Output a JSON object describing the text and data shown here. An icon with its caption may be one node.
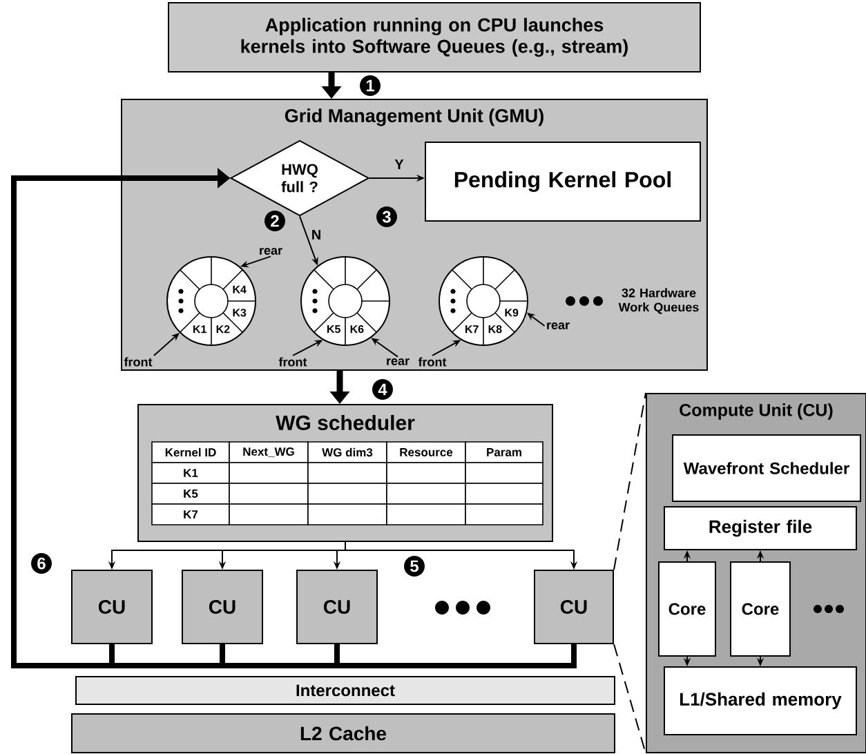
{
  "diagram": {
    "nodes": [
      {
        "text": [
          "Application running on CPU launches kernels into Software Queues (e.g., stream)"
        ]
      },
      {
        "text": [
          "Grid Management Unit (GMU)"
        ]
      },
      {
        "text": [
          "HWQ full ?"
        ],
        "in": 1
      },
      {
        "text": [
          "Pending Kernel Pool"
        ],
        "in": 1
      },
      {
        "text": [
          "K4",
          "K3",
          "K1",
          "K2"
        ],
        "in": 1
      },
      {
        "text": [
          "K5",
          "K6"
        ],
        "in": 1
      },
      {
        "text": [
          "K9",
          "K7",
          "K8"
        ],
        "in": 1
      },
      {
        "text": [
          "rear"
        ],
        "in": 1
      },
      {
        "text": [
          "front"
        ],
        "in": 1
      },
      {
        "text": [
          "front"
        ],
        "in": 1
      },
      {
        "text": [
          "rear"
        ],
        "in": 1
      },
      {
        "text": [
          "front"
        ],
        "in": 1
      },
      {
        "text": [
          "rear"
        ],
        "in": 1
      },
      {
        "text": [
          "WG scheduler"
        ]
      },
      {
        "text": [
          "CU"
        ]
      },
      {
        "text": [
          "CU"
        ]
      },
      {
        "text": [
          "CU"
        ]
      },
      {
        "text": [
          "CU"
        ]
      },
      {
        "text": [
          "Interconnect"
        ]
      },
      {
        "text": [
          "L2 Cache"
        ]
      },
      {
        "text": [
          "Compute Unit (CU)"
        ]
      },
      {
        "text": [
          "Wavefront Scheduler"
        ],
        "in": 20
      },
      {
        "text": [
          "Register file"
        ],
        "in": 20
      },
      {
        "text": [
          "Core"
        ],
        "in": 20
      },
      {
        "text": [
          "Core"
        ],
        "in": 20
      },
      {
        "text": [
          "L1/Shared memory"
        ],
        "in": 20
      }
    ],
    "edges": [
      {
        "from": 0,
        "to": 1,
        "arrow": "to",
        "style": "thick"
      },
      {
        "from": 2,
        "to": 3,
        "arrow": "to",
        "label": "Y"
      },
      {
        "from": 2,
        "to": 5,
        "arrow": "to",
        "label": "N"
      },
      {
        "from": 7,
        "to": 4,
        "arrow": "to"
      },
      {
        "from": 8,
        "to": 4,
        "arrow": "to"
      },
      {
        "from": 9,
        "to": 5,
        "arrow": "to"
      },
      {
        "from": 10,
        "to": 5,
        "arrow": "to"
      },
      {
        "from": 11,
        "to": 6,
        "arrow": "to"
      },
      {
        "from": 12,
        "to": 6,
        "arrow": "to"
      },
      {
        "from": 1,
        "to": 13,
        "arrow": "to",
        "style": "thick"
      },
      {
        "from": 13,
        "to": 14,
        "arrow": "to"
      },
      {
        "from": 13,
        "to": 15,
        "arrow": "to"
      },
      {
        "from": 13,
        "to": 16,
        "arrow": "to"
      },
      {
        "from": 13,
        "to": 17,
        "arrow": "to"
      },
      {
        "from": 14,
        "to": 2,
        "arrow": "to",
        "style": "thick"
      },
      {
        "from": 15,
        "to": 2,
        "arrow": "to",
        "style": "thick"
      },
      {
        "from": 16,
        "to": 2,
        "arrow": "to",
        "style": "thick"
      },
      {
        "from": 17,
        "to": 2,
        "arrow": "to",
        "style": "thick"
      },
      {
        "from": 17,
        "to": 20,
        "arrow": "none",
        "style": "dashed"
      },
      {
        "from": 17,
        "to": 20,
        "arrow": "none",
        "style": "dashed"
      },
      {
        "from": 23,
        "to": 22,
        "arrow": "to"
      },
      {
        "from": 23,
        "to": 25,
        "arrow": "to"
      },
      {
        "from": 24,
        "to": 22,
        "arrow": "to"
      },
      {
        "from": 24,
        "to": 25,
        "arrow": "to"
      }
    ],
    "labels": [
      "1",
      "2",
      "3",
      "32 Hardware Work Queues",
      "4",
      "Kernel ID",
      "Next_WG",
      "WG dim3",
      "Resource",
      "Param",
      "K1",
      "K5",
      "K7",
      "6",
      "5"
    ]
  }
}
